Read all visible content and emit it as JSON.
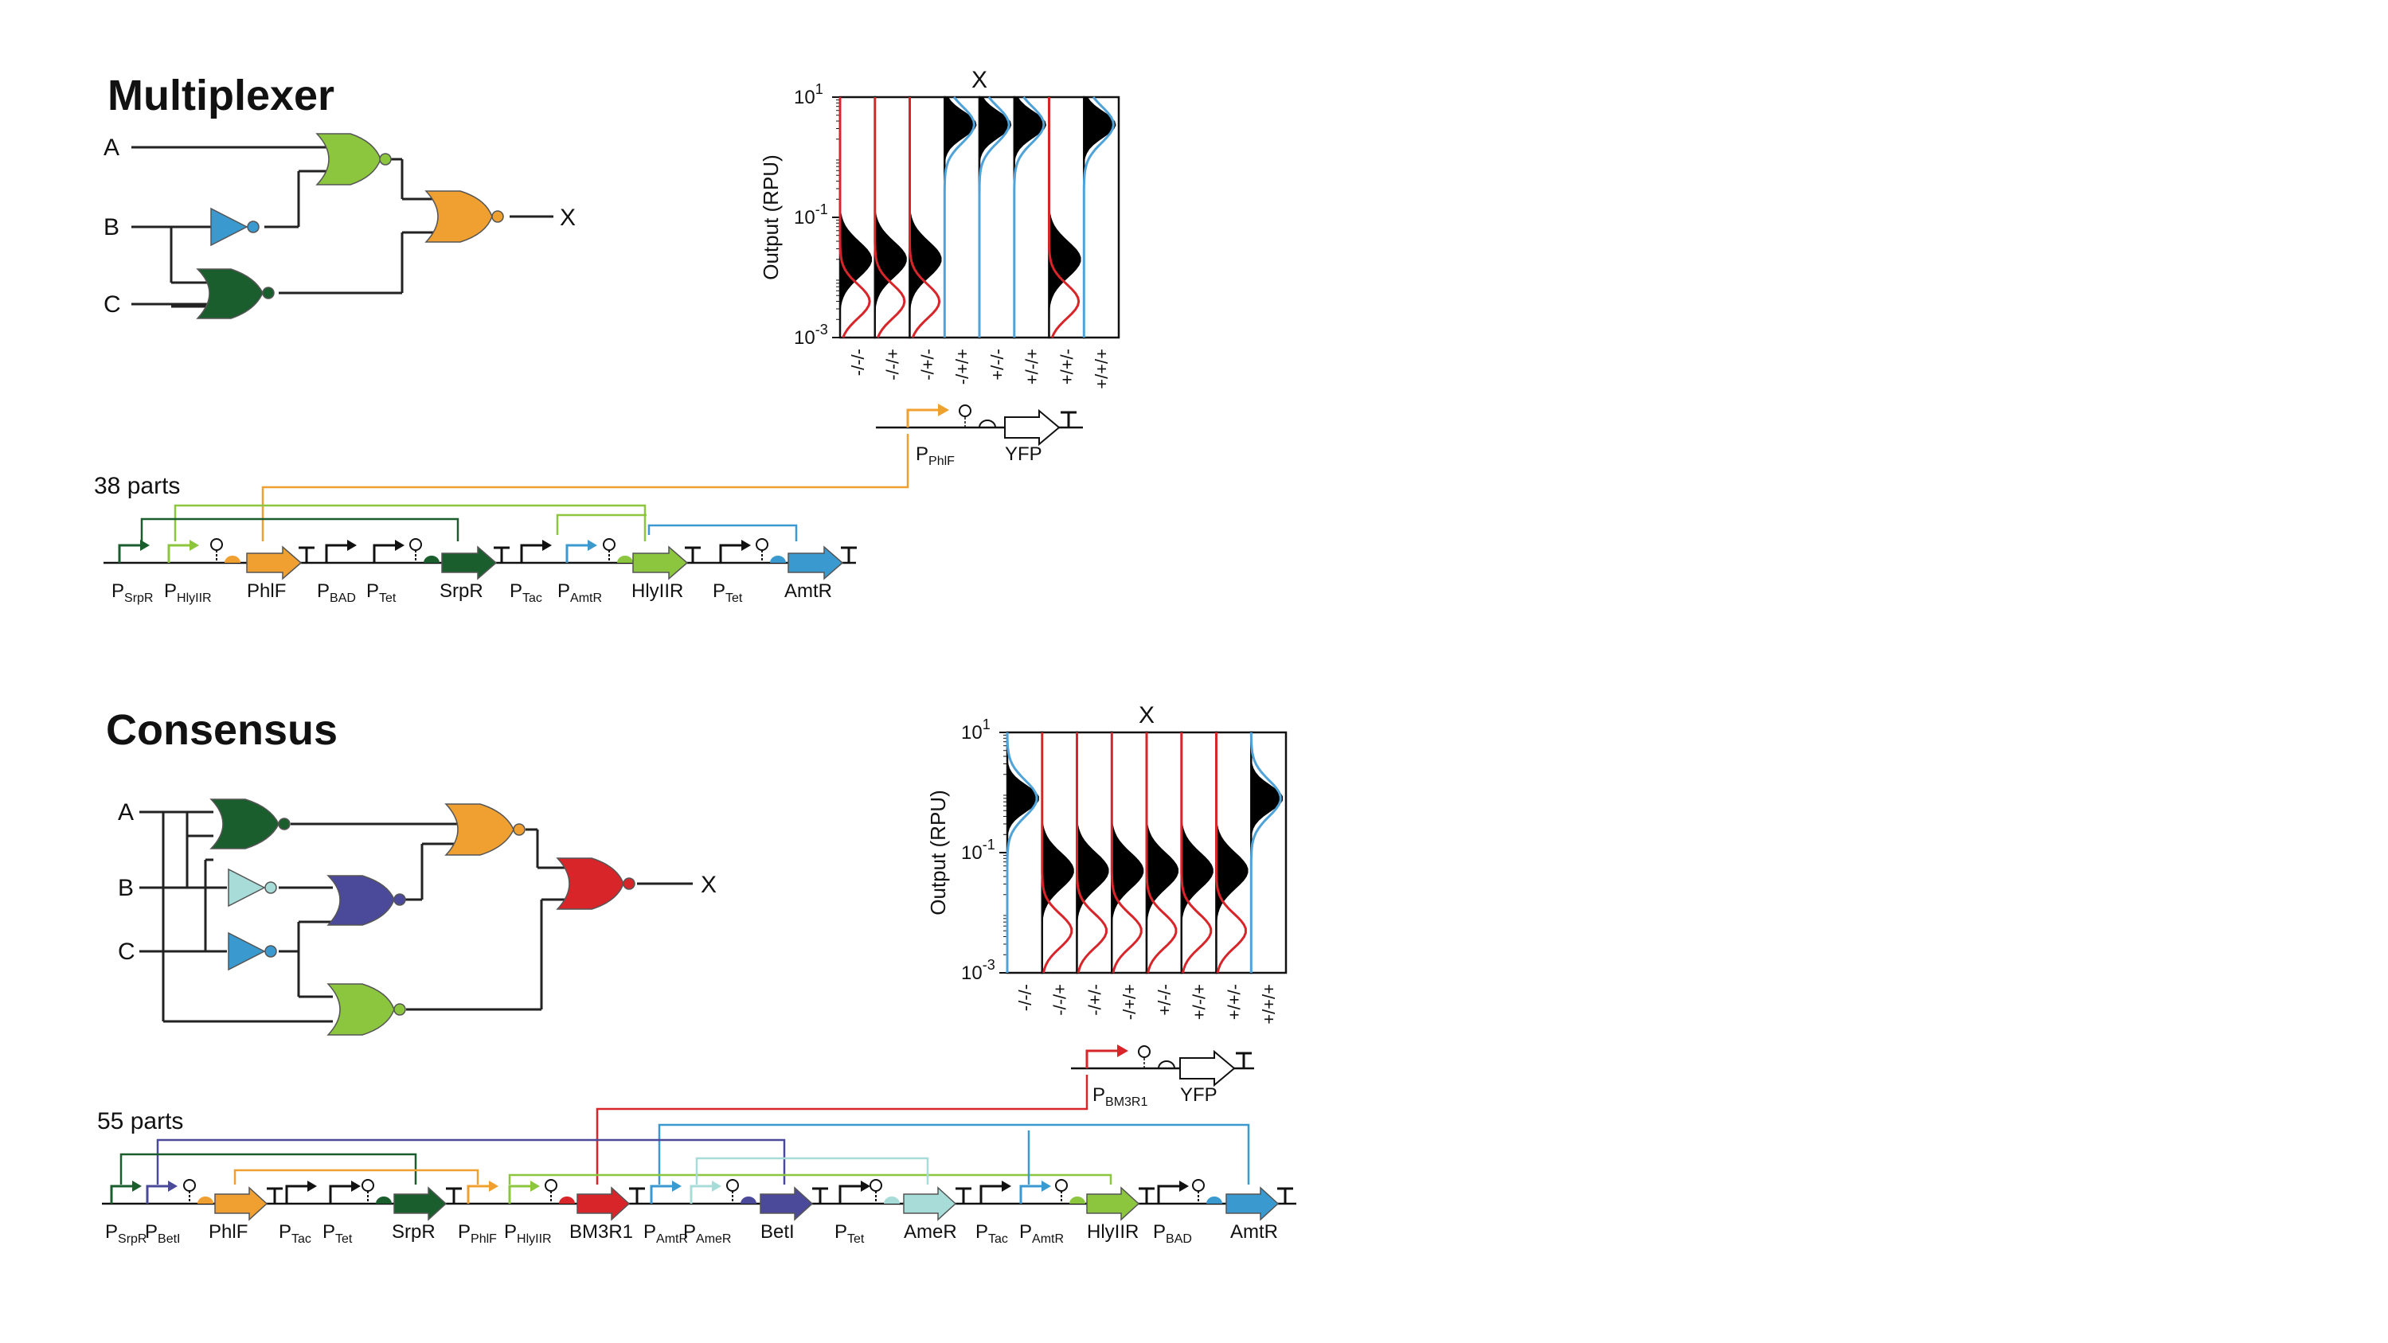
{
  "colors": {
    "light_green": "#8CC63F",
    "dark_green": "#1B5E2E",
    "orange": "#F0A030",
    "blue": "#3A9AD0",
    "light_cyan": "#A8DCD8",
    "purple": "#4B4A9A",
    "red": "#D8252A",
    "hist_red": "#D8252A",
    "hist_blue": "#4FA3D9"
  },
  "multiplexer": {
    "title": "Multiplexer",
    "inputs": [
      "A",
      "B",
      "C"
    ],
    "output": "X",
    "parts_count": "38 parts",
    "reporter": {
      "promoter": "P",
      "promoter_sub": "PhlF",
      "gene": "YFP"
    },
    "plasmid_labels": [
      {
        "main": "P",
        "sub": "SrpR"
      },
      {
        "main": "P",
        "sub": "HlyIIR"
      },
      {
        "main": "PhlF",
        "sub": ""
      },
      {
        "main": "P",
        "sub": "BAD"
      },
      {
        "main": "P",
        "sub": "Tet"
      },
      {
        "main": "SrpR",
        "sub": ""
      },
      {
        "main": "P",
        "sub": "Tac"
      },
      {
        "main": "P",
        "sub": "AmtR"
      },
      {
        "main": "HlyIIR",
        "sub": ""
      },
      {
        "main": "P",
        "sub": "Tet"
      },
      {
        "main": "AmtR",
        "sub": ""
      }
    ]
  },
  "consensus": {
    "title": "Consensus",
    "inputs": [
      "A",
      "B",
      "C"
    ],
    "output": "X",
    "parts_count": "55 parts",
    "reporter": {
      "promoter": "P",
      "promoter_sub": "BM3R1",
      "gene": "YFP"
    },
    "plasmid_labels": [
      {
        "main": "P",
        "sub": "SrpR"
      },
      {
        "main": "P",
        "sub": "BetI"
      },
      {
        "main": "PhlF",
        "sub": ""
      },
      {
        "main": "P",
        "sub": "Tac"
      },
      {
        "main": "P",
        "sub": "Tet"
      },
      {
        "main": "SrpR",
        "sub": ""
      },
      {
        "main": "P",
        "sub": "PhlF"
      },
      {
        "main": "P",
        "sub": "HlyIIR"
      },
      {
        "main": "BM3R1",
        "sub": ""
      },
      {
        "main": "P",
        "sub": "AmtR"
      },
      {
        "main": "P",
        "sub": "AmeR"
      },
      {
        "main": "BetI",
        "sub": ""
      },
      {
        "main": "P",
        "sub": "Tet"
      },
      {
        "main": "AmeR",
        "sub": ""
      },
      {
        "main": "P",
        "sub": "Tac"
      },
      {
        "main": "P",
        "sub": "AmtR"
      },
      {
        "main": "HlyIIR",
        "sub": ""
      },
      {
        "main": "P",
        "sub": "BAD"
      },
      {
        "main": "AmtR",
        "sub": ""
      }
    ]
  },
  "chart_data": [
    {
      "type": "histogram",
      "title": "X",
      "ylabel": "Output (RPU)",
      "yscale": "log",
      "ylim": [
        0.001,
        10
      ],
      "yticks": [
        {
          "base": "10",
          "exp": "1"
        },
        {
          "base": "10",
          "exp": "-1"
        },
        {
          "base": "10",
          "exp": "-3"
        }
      ],
      "categories": [
        "-/-/-",
        "-/-/+",
        "-/+/-",
        "-/+/+",
        "+/-/-",
        "+/-/+",
        "+/+/-",
        "+/+/+"
      ],
      "states": [
        "off",
        "off",
        "off",
        "on",
        "on",
        "on",
        "off",
        "on"
      ],
      "on_center": 3.5,
      "off_center": 0.02,
      "off_control_center": 0.004
    },
    {
      "type": "histogram",
      "title": "X",
      "ylabel": "Output (RPU)",
      "yscale": "log",
      "ylim": [
        0.001,
        10
      ],
      "yticks": [
        {
          "base": "10",
          "exp": "1"
        },
        {
          "base": "10",
          "exp": "-1"
        },
        {
          "base": "10",
          "exp": "-3"
        }
      ],
      "categories": [
        "-/-/-",
        "-/-/+",
        "-/+/-",
        "-/+/+",
        "+/-/-",
        "+/-/+",
        "+/+/-",
        "+/+/+"
      ],
      "states": [
        "on",
        "off",
        "off",
        "off",
        "off",
        "off",
        "off",
        "on"
      ],
      "on_center": 0.8,
      "off_center": 0.05,
      "off_control_center": 0.005
    }
  ]
}
